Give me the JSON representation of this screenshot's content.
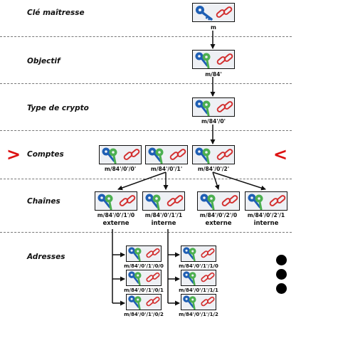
{
  "levels": {
    "master": "Clé maîtresse",
    "purpose": "Objectif",
    "coin": "Type de crypto",
    "accounts": "Comptes",
    "chains": "Chaînes",
    "addresses": "Adresses"
  },
  "paths": {
    "master": "m",
    "purpose": "m/84'",
    "coin": "m/84'/0'",
    "account0": "m/84'/0'/0'",
    "account1": "m/84'/0'/1'",
    "account2": "m/84'/0'/2'",
    "chain10": "m/84'/0'/1'/0",
    "chain11": "m/84'/0'/1'/1",
    "chain20": "m/84'/0'/2'/0",
    "chain21": "m/84'/0'/2'/1",
    "addr100": "m/84'/0'/1'/0/0",
    "addr101": "m/84'/0'/1'/0/1",
    "addr102": "m/84'/0'/1'/0/2",
    "addr110": "m/84'/0'/1'/1/0",
    "addr111": "m/84'/0'/1'/1/1",
    "addr112": "m/84'/0'/1'/1/2"
  },
  "chain_labels": {
    "external": "externe",
    "internal": "interne"
  },
  "markers": {
    "left": ">",
    "right": "<"
  },
  "colors": {
    "key_blue": "#1f5fb4",
    "key_green": "#4caf50",
    "chain_red": "#d32f2f",
    "marker_red": "#dd1111"
  }
}
